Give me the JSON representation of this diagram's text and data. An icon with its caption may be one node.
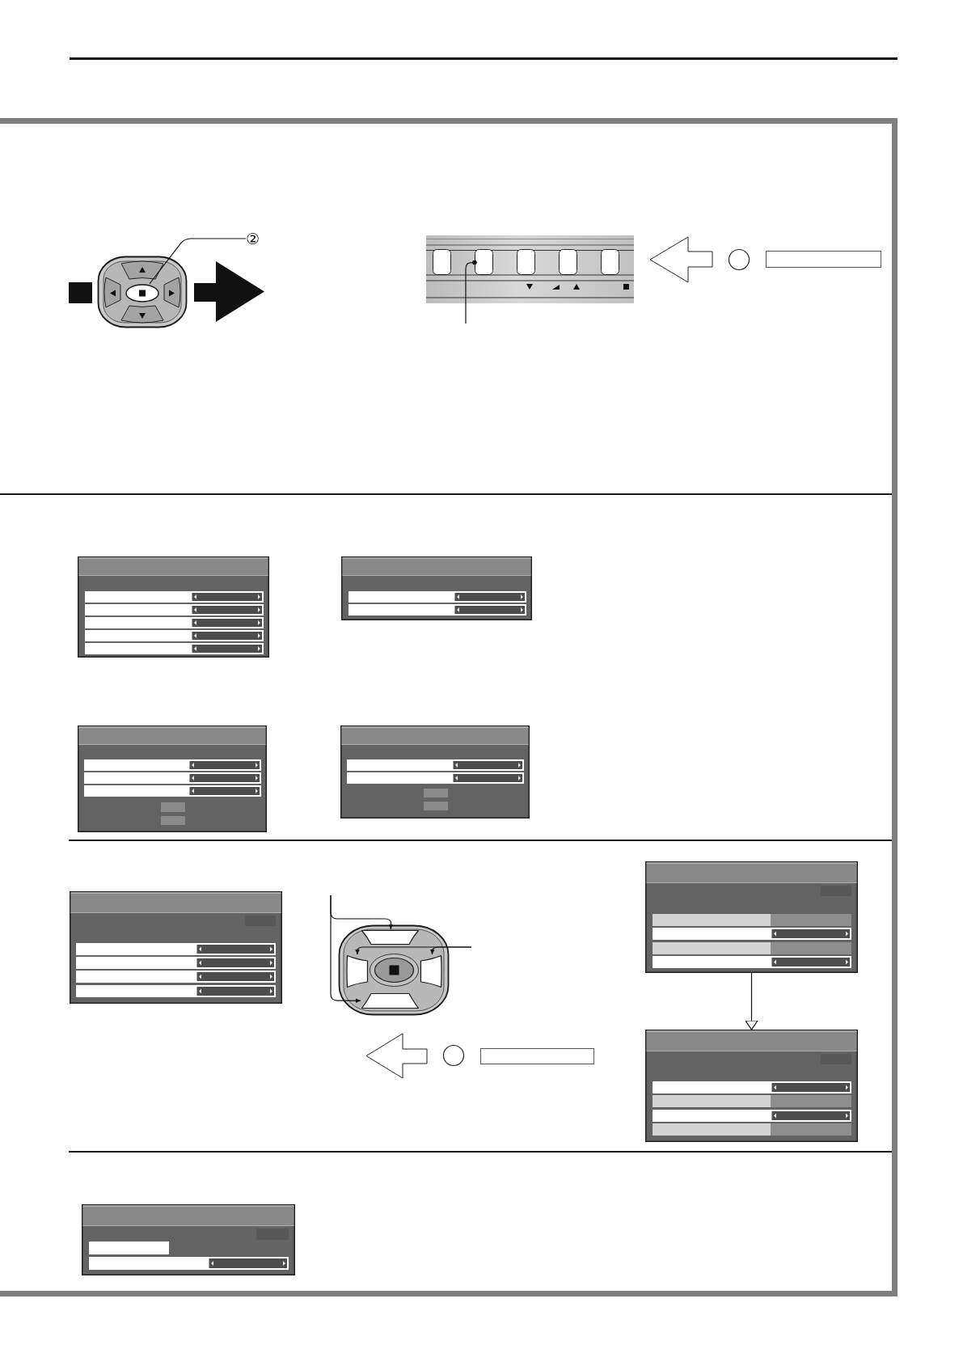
{
  "diagram": {
    "nodes": [
      {
        "text": [
          "②"
        ]
      },
      {
        "text": [],
        "shape": "ellipse"
      },
      {
        "text": [],
        "shape": "box"
      },
      {
        "text": [],
        "shape": "box"
      },
      {
        "text": [],
        "shape": "box"
      },
      {
        "text": [],
        "shape": "box"
      },
      {
        "text": [],
        "shape": "box"
      },
      {
        "text": [],
        "shape": "picture"
      },
      {
        "text": [],
        "shape": "picture"
      },
      {
        "text": [],
        "shape": "picture"
      },
      {
        "text": [],
        "shape": "picture"
      },
      {
        "text": [],
        "shape": "picture"
      },
      {
        "text": [],
        "shape": "box"
      },
      {
        "text": [],
        "shape": "box"
      },
      {
        "text": [],
        "shape": "box"
      },
      {
        "text": [],
        "shape": "box"
      },
      {
        "text": [],
        "shape": "picture"
      },
      {
        "text": [],
        "shape": "picture"
      },
      {
        "text": [],
        "shape": "picture"
      }
    ],
    "edges": [
      {
        "from": 0,
        "to": 1,
        "arrow": "none"
      },
      {
        "from": null,
        "to": 3,
        "arrow": "other"
      },
      {
        "from": null,
        "to": 12,
        "arrow": "to"
      },
      {
        "from": null,
        "to": 13,
        "arrow": "to"
      },
      {
        "from": null,
        "to": 14,
        "arrow": "to"
      },
      {
        "from": null,
        "to": 15,
        "arrow": "to"
      },
      {
        "from": 16,
        "to": 17,
        "arrow": "to"
      }
    ]
  }
}
